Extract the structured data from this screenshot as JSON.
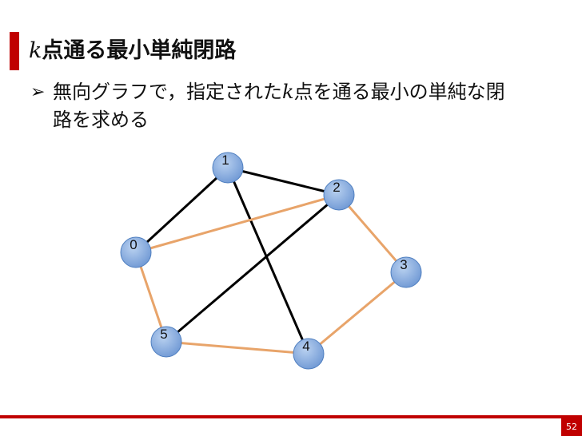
{
  "slide": {
    "title_var": "k",
    "title_rest": "点通る最小単純閉路",
    "bullet_line1_pre": "無向グラフで，指定された",
    "bullet_var": "k",
    "bullet_line1_post": "点を通る最小の単純な閉",
    "bullet_line2": "路を求める",
    "page_number": "52"
  },
  "colors": {
    "accent": "#c00000",
    "black_edge": "#000000",
    "orange_edge": "#e8a46a",
    "node_fill": "#7fa7dd",
    "node_stroke": "#4f7fc0"
  },
  "graph": {
    "nodes": [
      {
        "id": "0",
        "label": "0"
      },
      {
        "id": "1",
        "label": "1"
      },
      {
        "id": "2",
        "label": "2"
      },
      {
        "id": "3",
        "label": "3"
      },
      {
        "id": "4",
        "label": "4"
      },
      {
        "id": "5",
        "label": "5"
      }
    ],
    "edges": [
      {
        "from": "0",
        "to": "1",
        "style": "black"
      },
      {
        "from": "1",
        "to": "2",
        "style": "black"
      },
      {
        "from": "1",
        "to": "4",
        "style": "black"
      },
      {
        "from": "2",
        "to": "5",
        "style": "black"
      },
      {
        "from": "0",
        "to": "2",
        "style": "orange"
      },
      {
        "from": "2",
        "to": "3",
        "style": "orange"
      },
      {
        "from": "3",
        "to": "4",
        "style": "orange"
      },
      {
        "from": "4",
        "to": "5",
        "style": "orange"
      },
      {
        "from": "5",
        "to": "0",
        "style": "orange"
      }
    ]
  }
}
